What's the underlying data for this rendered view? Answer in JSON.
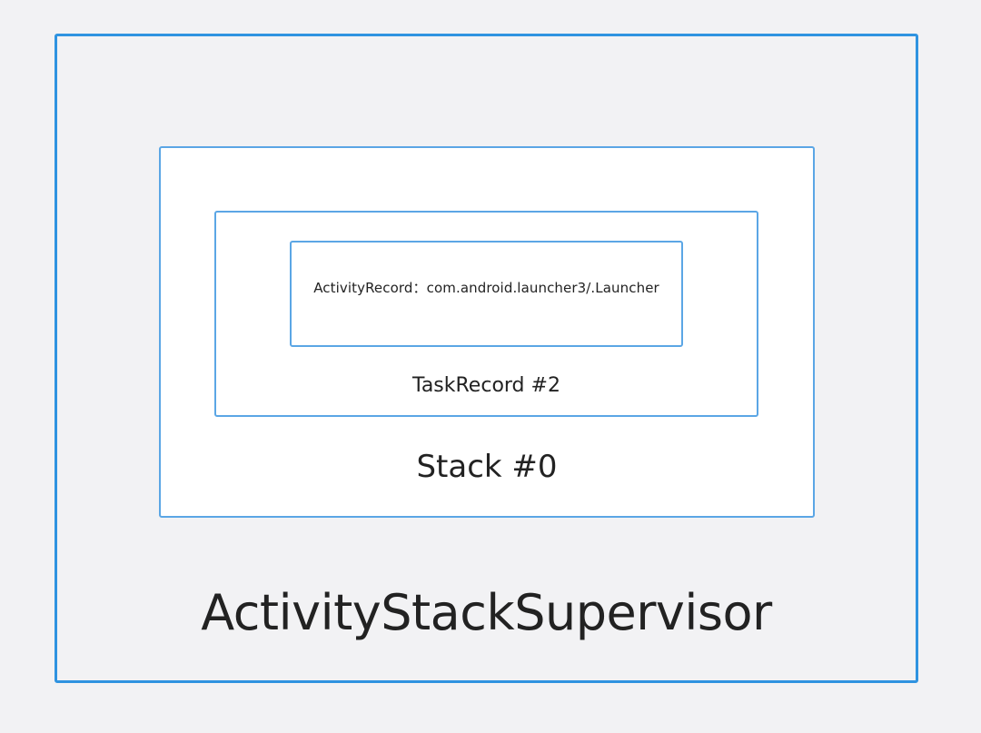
{
  "diagram": {
    "supervisor": {
      "label": "ActivityStackSupervisor"
    },
    "stack": {
      "label": "Stack #0"
    },
    "task_record": {
      "label": "TaskRecord #2"
    },
    "activity_record": {
      "label": "ActivityRecord：com.android.launcher3/.Launcher"
    },
    "colors": {
      "outer_border": "#2f93e0",
      "inner_border": "#5ba6e5",
      "background": "#f2f2f4",
      "box_fill": "#ffffff",
      "text": "#222222"
    }
  }
}
